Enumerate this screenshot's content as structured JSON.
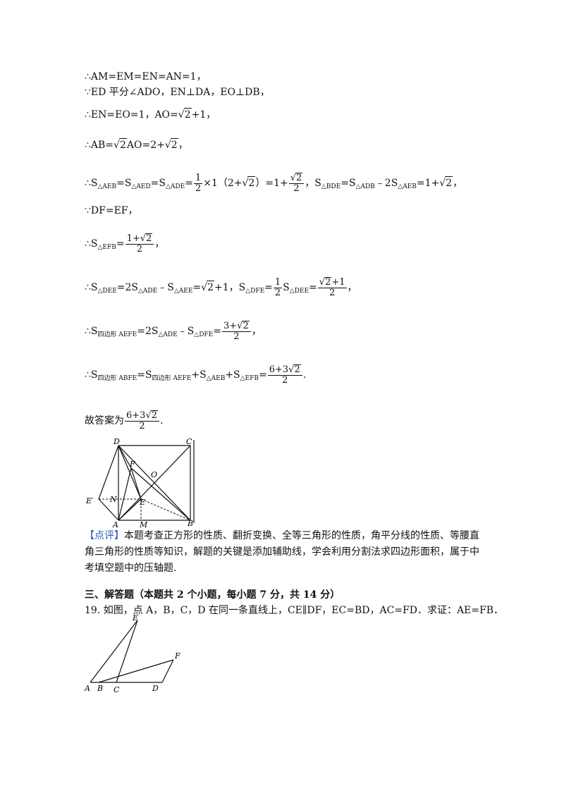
{
  "solution_lines": {
    "l1": "∴AM=EM=EN=AN=1，",
    "l2": "∵ED 平分∠ADO，EN⊥DA，EO⊥DB，",
    "l3a": "∴EN=EO=1，AO=",
    "l3b": "+1，",
    "l4a": "∴AB=",
    "l4b": "AO=2+",
    "l4c": "，",
    "l5a": "∴S",
    "l5_sub1": "△AEB",
    "l5b": "=S",
    "l5_sub2": "△AED",
    "l5c": "=S",
    "l5_sub3": "△ADE",
    "l5d": "=",
    "l5_frac1_num": "1",
    "l5_frac1_den": "2",
    "l5e": "×1（2+",
    "l5f": "）=1+",
    "l5_frac2_den": "2",
    "l5g": "，S",
    "l5_sub4": "△BDE",
    "l5h": "=S",
    "l5_sub5": "△ADB",
    "l5i": "﹣2S",
    "l5_sub6": "△AEB",
    "l5j": "=1+",
    "l5k": "，",
    "l6": "∵DF=EF，",
    "l7a": "∴S",
    "l7_sub": "△EFB",
    "l7b": "=",
    "l7_num": "1+",
    "l7_den": "2",
    "l7c": "，",
    "l8a": "∴S",
    "l8_sub1": "△DEE",
    "l8b": "=2S",
    "l8_sub2": "△ADE",
    "l8c": "﹣S",
    "l8_sub3": "△AEE",
    "l8d": "=",
    "l8e": "+1，S",
    "l8_sub4": "△DFE",
    "l8f": "=",
    "l8_frac1_num": "1",
    "l8_frac1_den": "2",
    "l8g": "S",
    "l8_sub5": "△DEE",
    "l8h": "=",
    "l8_frac2_num_tail": "+1",
    "l8_frac2_den": "2",
    "l8i": "，",
    "l9a": "∴S",
    "l9_sub1": "四边形 AEFE",
    "l9b": "=2S",
    "l9_sub2": "△ADE",
    "l9c": "﹣S",
    "l9_sub3": "△DFE",
    "l9d": "=",
    "l9_num": "3+",
    "l9_den": "2",
    "l9e": "，",
    "l10a": "∴S",
    "l10_sub1": "四边形 ABFE",
    "l10b": "=S",
    "l10_sub2": "四边形 AEFE",
    "l10c": "+S",
    "l10_sub3": "△AEB",
    "l10d": "+S",
    "l10_sub4": "△EFB",
    "l10e": "=",
    "l10_num": "6+3",
    "l10_den": "2",
    "l10f": ".",
    "answer_a": "故答案为",
    "answer_num": "6+3",
    "answer_den": "2",
    "answer_b": ".",
    "sqrt_radicand": "2"
  },
  "figure1_labels": {
    "D": "D",
    "C": "C",
    "F": "F",
    "O": "O",
    "E_prime": "E′",
    "N": "N",
    "E": "E",
    "A": "A",
    "M": "M",
    "B": "B"
  },
  "comment": {
    "tag": "【点评】",
    "text": "本题考查正方形的性质、翻折变换、全等三角形的性质，角平分线的性质、等腰直角三角形的性质等知识，解题的关键是添加辅助线，学会利用分割法求四边形面积，属于中考填空题中的压轴题."
  },
  "section_heading": "三、解答题（本题共 2 个小题，每小题 7 分，共 14 分）",
  "question19": "19. 如图，点 A，B，C，D 在同一条直线上，CE∥DF，EC=BD，AC=FD．求证：AE=FB．",
  "figure2_labels": {
    "E": "E",
    "F": "F",
    "A": "A",
    "B": "B",
    "C": "C",
    "D": "D"
  }
}
